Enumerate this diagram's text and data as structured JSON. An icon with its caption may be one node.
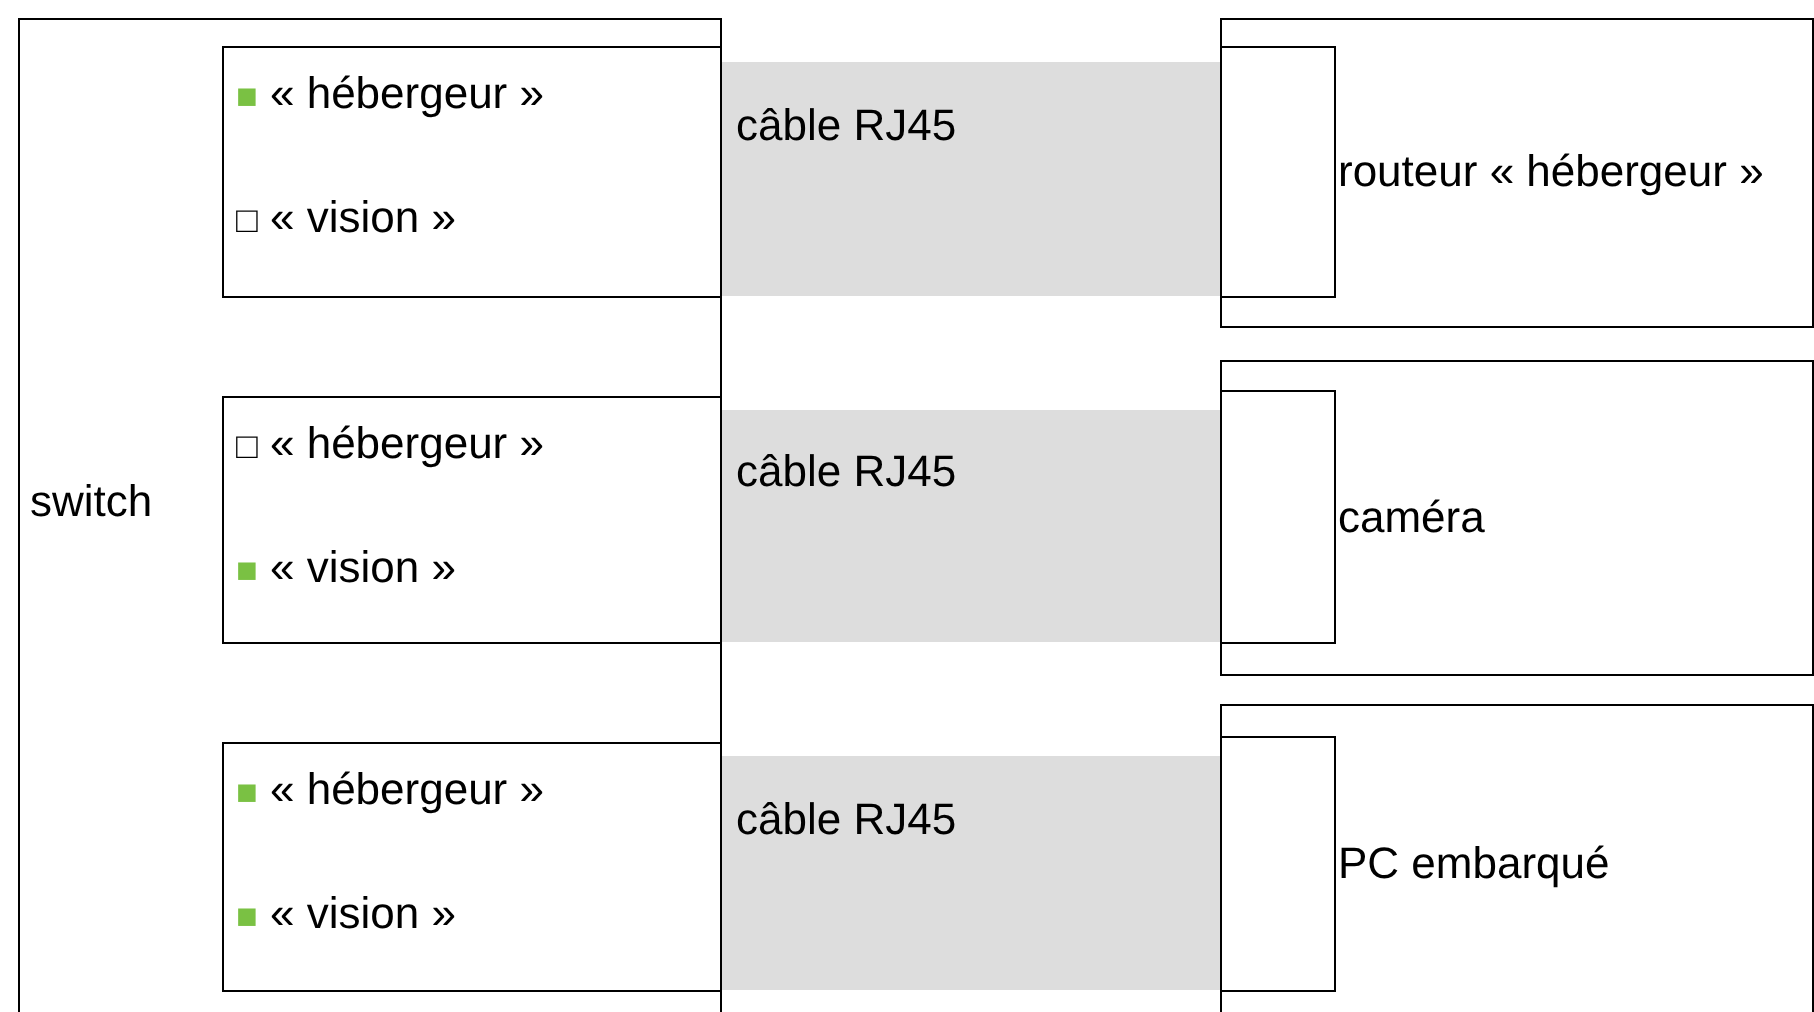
{
  "diagram": {
    "nodes": [
      {
        "text": [
          "switch"
        ]
      },
      {
        "text": [
          "■ « hébergeur »",
          "□ « vision »"
        ],
        "in": 0
      },
      {
        "text": [
          "□ « hébergeur »",
          "■ « vision »"
        ],
        "in": 0
      },
      {
        "text": [
          "■ « hébergeur »",
          "■ « vision »"
        ],
        "in": 0
      },
      {
        "text": [
          "routeur « hébergeur »"
        ]
      },
      {
        "text": [],
        "shape": "box",
        "in": 4
      },
      {
        "text": [
          "caméra"
        ]
      },
      {
        "text": [],
        "shape": "box",
        "in": 6
      },
      {
        "text": [
          "PC embarqué"
        ]
      },
      {
        "text": [],
        "shape": "box",
        "in": 8
      }
    ],
    "edges": [
      {
        "from": 1,
        "to": 5,
        "arrow": "none",
        "label": "câble RJ45",
        "color": "#dddddd"
      },
      {
        "from": 2,
        "to": 7,
        "arrow": "none",
        "label": "câble RJ45",
        "color": "#dddddd"
      },
      {
        "from": 3,
        "to": 9,
        "arrow": "none",
        "label": "câble RJ45",
        "color": "#dddddd"
      }
    ]
  }
}
